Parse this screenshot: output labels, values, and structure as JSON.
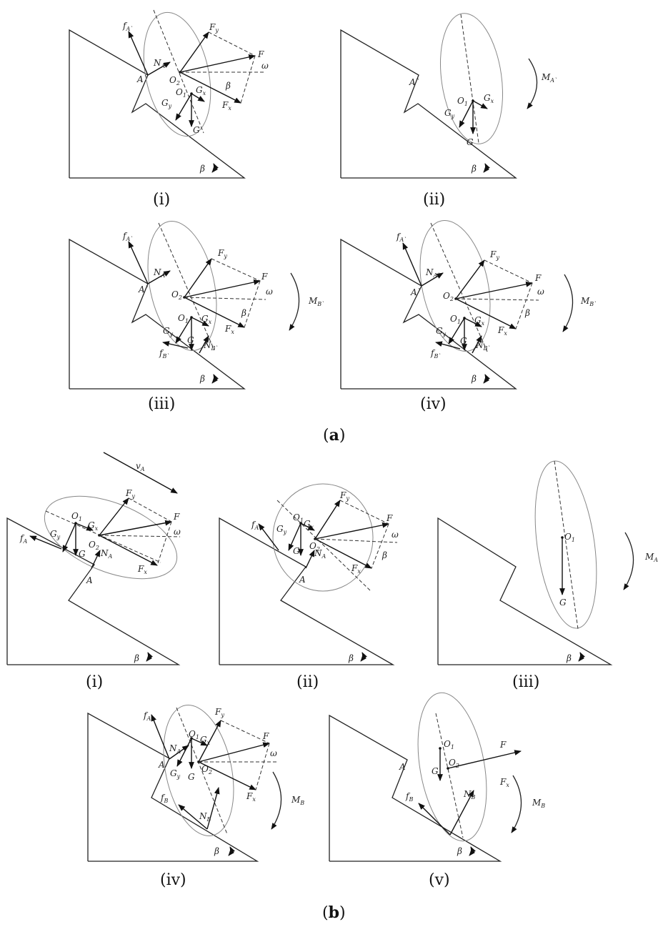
{
  "section_labels": {
    "a": "a",
    "b": "b"
  },
  "captions": {
    "a": [
      "(i)",
      "(ii)",
      "(iii)",
      "(iv)"
    ],
    "b": [
      "(i)",
      "(ii)",
      "(iii)",
      "(iv)",
      "(v)"
    ]
  },
  "symbols": {
    "f": "f",
    "N": "N",
    "F": "F",
    "G": "G",
    "O": "O",
    "M": "M",
    "v": "v",
    "sub_A_prime": "A`",
    "sub_B_prime": "B`",
    "sub_A": "A",
    "sub_B": "B",
    "sub_x": "x",
    "sub_y": "y",
    "sub_1": "1",
    "sub_2": "2",
    "omega": "ω",
    "beta": "β",
    "point_A_prime": "A`",
    "point_A": "A"
  }
}
